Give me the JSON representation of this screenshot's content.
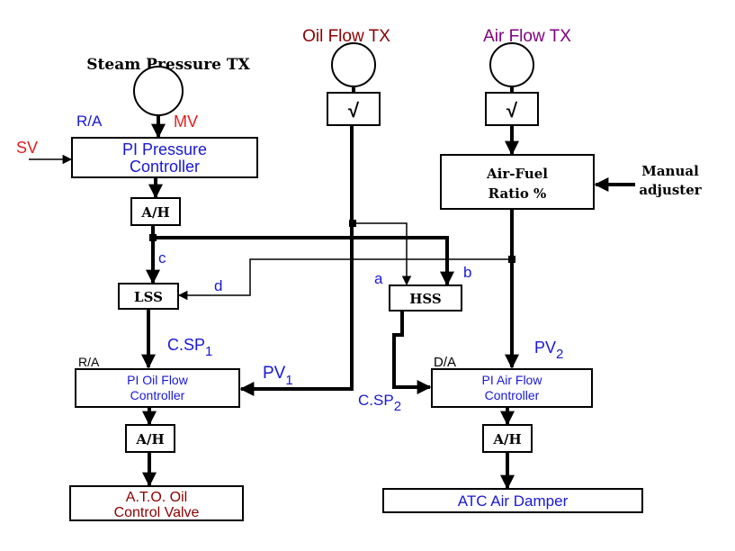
{
  "colors": {
    "red": "#e02020",
    "blue": "#1818d8",
    "maroon": "#8b0000",
    "purple": "#800080",
    "black": "#000000"
  },
  "transmitters": {
    "steam": "Steam Pressure TX",
    "oil": "Oil Flow TX",
    "air": "Air Flow TX"
  },
  "sqrt_symbol": "√",
  "pressure_controller": {
    "line1": "PI  Pressure",
    "line2": "Controller",
    "action": "R/A",
    "mv": "MV",
    "sv": "SV"
  },
  "ah_label": "A/H",
  "ratio": {
    "line1": "Air-Fuel",
    "line2": "Ratio  %",
    "manual1": "Manual",
    "manual2": "adjuster"
  },
  "selectors": {
    "lss": "LSS",
    "hss": "HSS"
  },
  "signals": {
    "c": "c",
    "d": "d",
    "a": "a",
    "b": "b"
  },
  "oil_controller": {
    "line1": "PI Oil Flow",
    "line2": "Controller",
    "action": "R/A",
    "csp": "C.SP",
    "csp_sub": "1",
    "pv": "PV",
    "pv_sub": "1"
  },
  "air_controller": {
    "line1": "PI  Air Flow",
    "line2": "Controller",
    "action": "D/A",
    "csp": "C.SP",
    "csp_sub": "2",
    "pv": "PV",
    "pv_sub": "2"
  },
  "final_elements": {
    "oil_valve_1": "A.T.O. Oil",
    "oil_valve_2": "Control Valve",
    "damper": "ATC  Air Damper"
  }
}
